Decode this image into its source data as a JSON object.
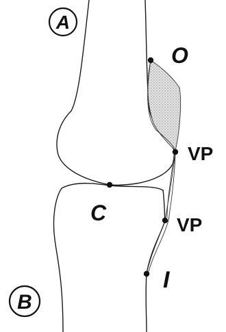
{
  "labels": {
    "bone_a": "A",
    "bone_b": "B",
    "origin": "O",
    "volar_plate_upper": "VP",
    "condyle": "C",
    "volar_plate_lower": "VP",
    "insertion": "I"
  },
  "colors": {
    "stroke": "#1a1a1a",
    "shade": "#bdbdbd"
  }
}
